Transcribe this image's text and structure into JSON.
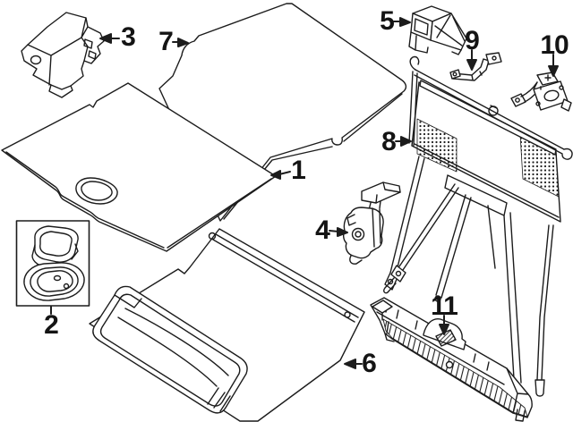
{
  "diagram": {
    "type": "exploded-parts-diagram",
    "background_color": "#ffffff",
    "line_color": "#1c1c1c",
    "callouts": [
      {
        "number": "1",
        "part": "cargo-floor-mat"
      },
      {
        "number": "2",
        "part": "handle-and-bezel-inset"
      },
      {
        "number": "3",
        "part": "corner-mounting-bracket"
      },
      {
        "number": "4",
        "part": "latch-assembly"
      },
      {
        "number": "5",
        "part": "striker-cover-bracket"
      },
      {
        "number": "6",
        "part": "underfloor-storage-tray"
      },
      {
        "number": "7",
        "part": "cargo-area-mat"
      },
      {
        "number": "8",
        "part": "cargo-partition-screen"
      },
      {
        "number": "9",
        "part": "support-bracket"
      },
      {
        "number": "10",
        "part": "side-mounting-bracket"
      },
      {
        "number": "11",
        "part": "rear-sill-scuff-plate"
      }
    ]
  }
}
